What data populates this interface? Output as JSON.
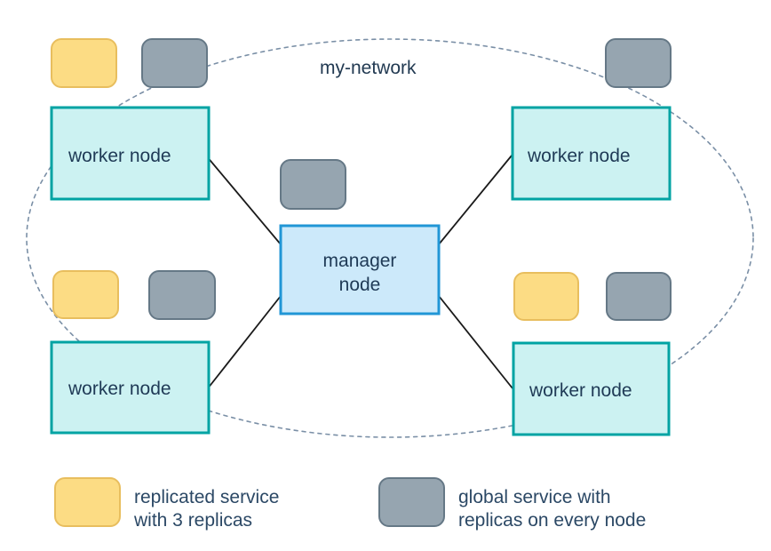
{
  "diagram": {
    "network_label": "my-network",
    "manager_node": {
      "line1": "manager",
      "line2": "node"
    },
    "worker_nodes": [
      {
        "label": "worker node"
      },
      {
        "label": "worker node"
      },
      {
        "label": "worker node"
      },
      {
        "label": "worker node"
      }
    ],
    "legend": [
      {
        "swatch_color": "#FCDC84",
        "line1": "replicated service",
        "line2": "with 3 replicas"
      },
      {
        "swatch_color": "#96A5B0",
        "line1": "global service with",
        "line2": "replicas on every node"
      }
    ],
    "colors": {
      "replicated_service_fill": "#FCDC84",
      "replicated_service_stroke": "#E8BE5E",
      "global_service_fill": "#96A5B0",
      "global_service_stroke": "#657886",
      "worker_node_fill": "#CCF2F2",
      "worker_node_stroke": "#00A3A3",
      "manager_node_fill": "#CCE9FA",
      "manager_node_stroke": "#2196D6",
      "network_boundary": "#7A8FA6",
      "connector_line": "#1A1A1A",
      "text": "#223A52"
    }
  }
}
